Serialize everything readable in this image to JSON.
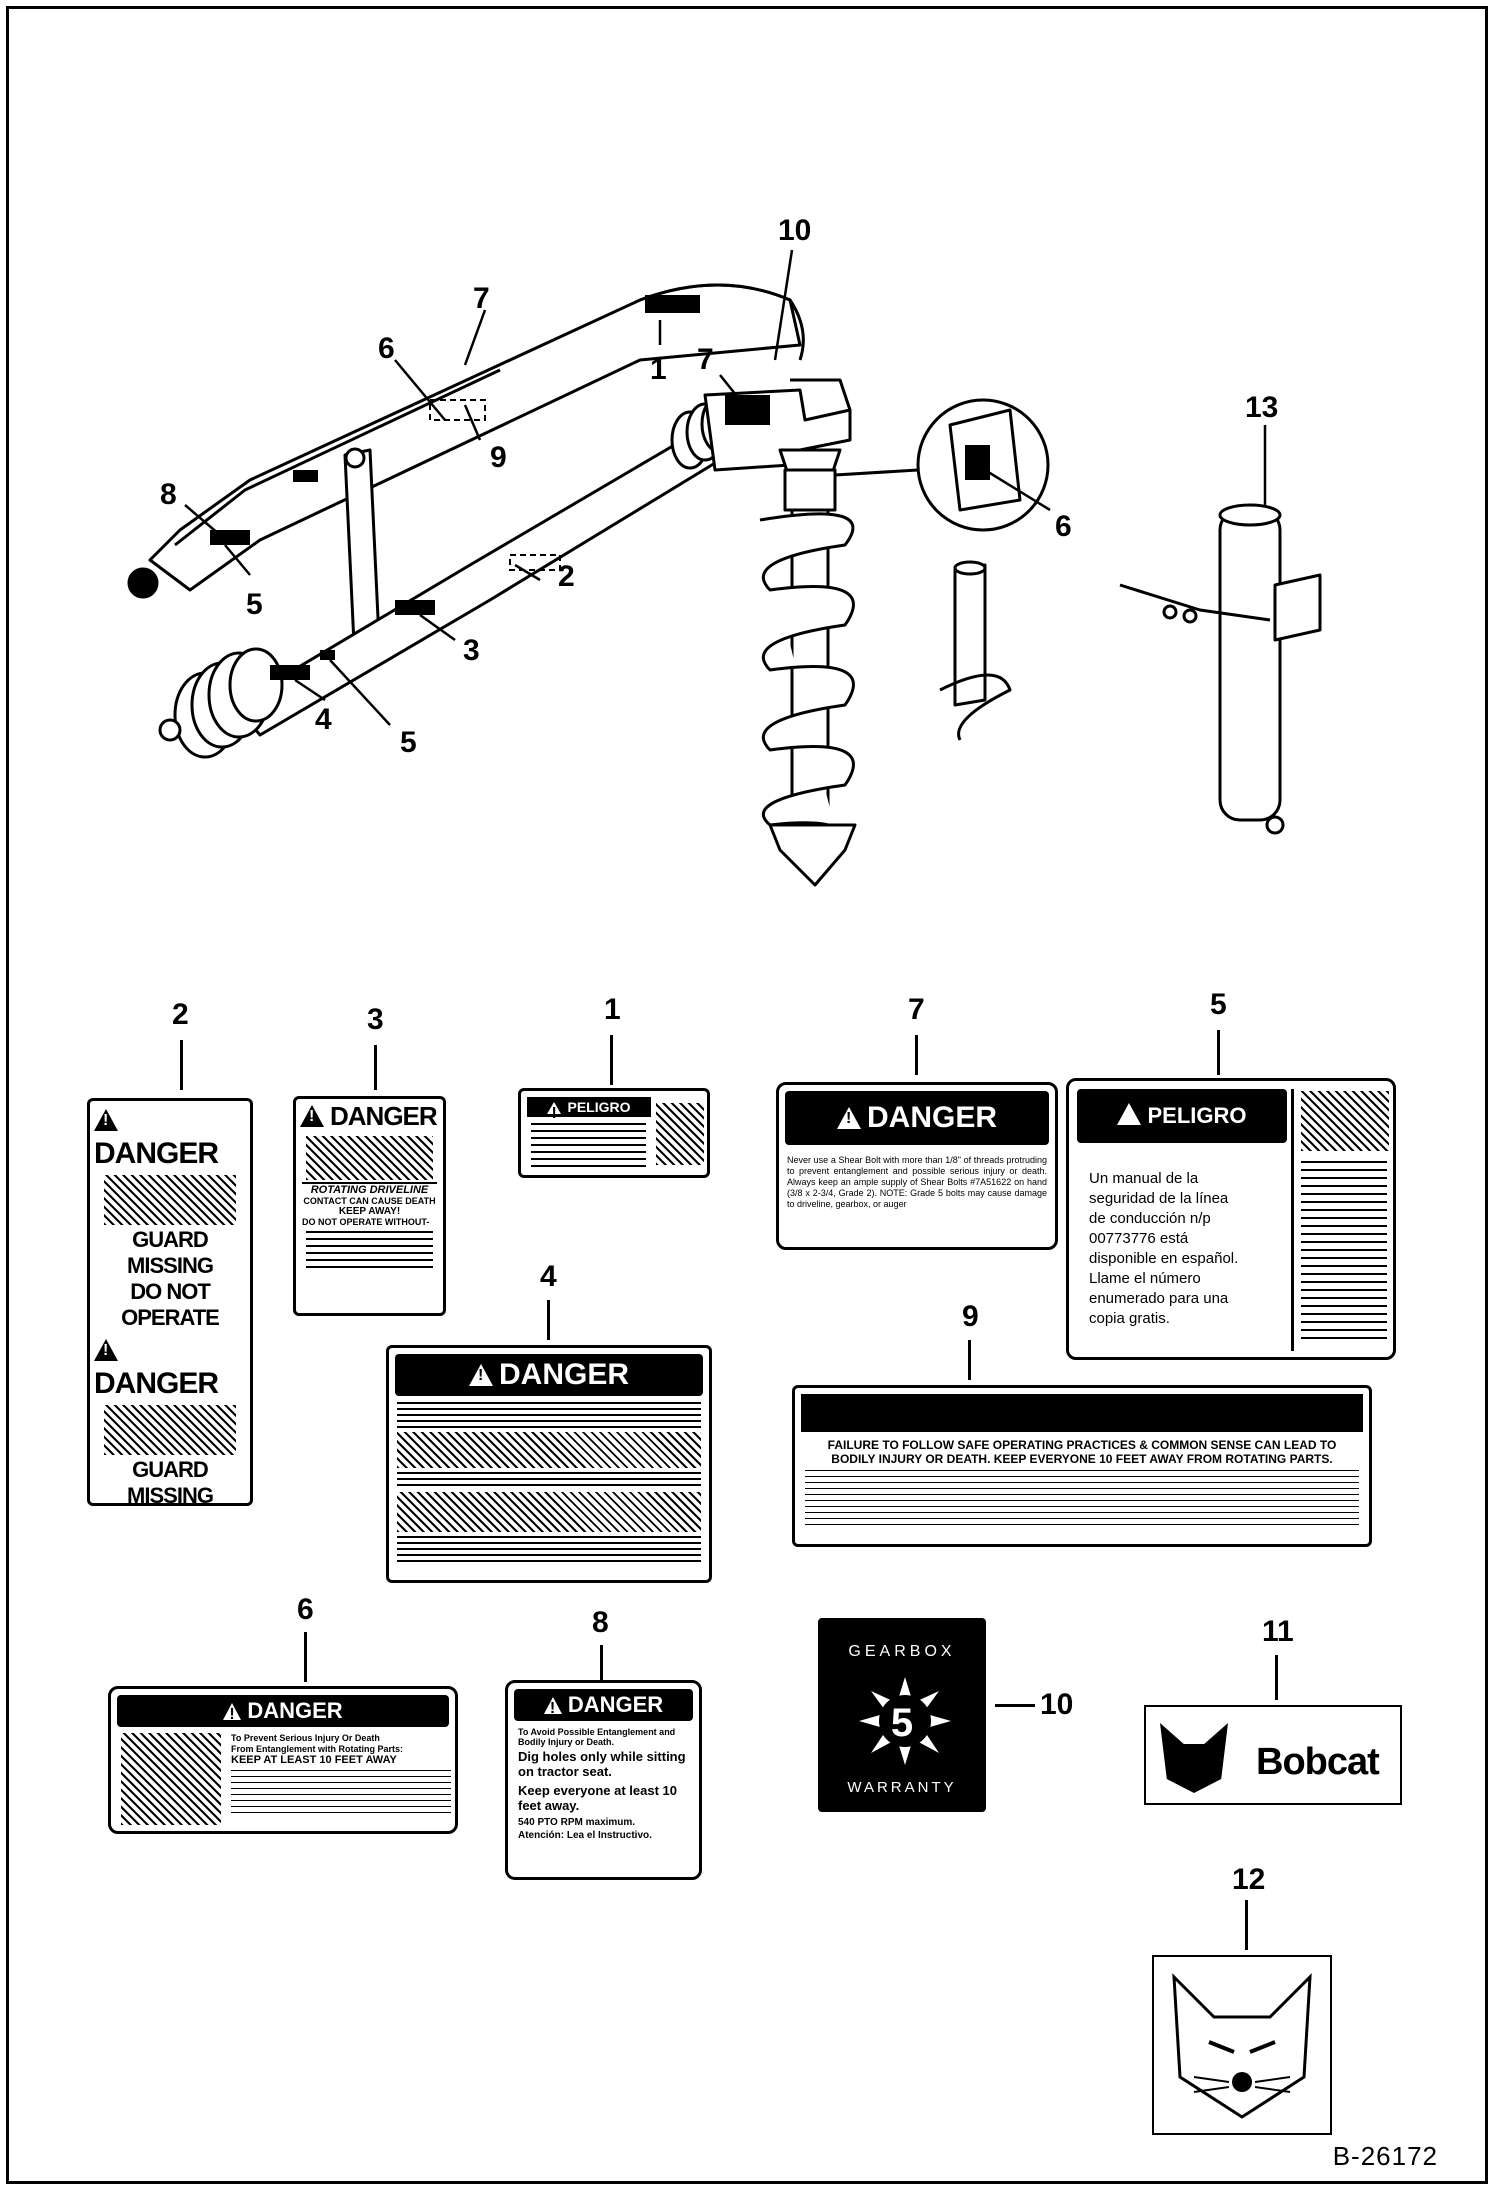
{
  "callouts": {
    "c10": "10",
    "c7a": "7",
    "c6a": "6",
    "c1a": "1",
    "c7b": "7",
    "c13": "13",
    "c8a": "8",
    "c9a": "9",
    "c6b": "6",
    "c5a": "5",
    "c2a": "2",
    "c3a": "3",
    "c4a": "4",
    "c5b": "5"
  },
  "decal_labels": {
    "d2": "2",
    "d3": "3",
    "d1": "1",
    "d7": "7",
    "d5": "5",
    "d4": "4",
    "d9": "9",
    "d6": "6",
    "d8": "8",
    "d10": "10",
    "d11": "11",
    "d12": "12"
  },
  "decal2": {
    "danger": "DANGER",
    "guard1": "GUARD MISSING",
    "guard2": "DO NOT OPERATE"
  },
  "decal3": {
    "danger": "DANGER",
    "rot": "ROTATING DRIVELINE",
    "contact": "CONTACT CAN CAUSE DEATH",
    "keep": "KEEP AWAY!",
    "donot": "DO NOT OPERATE WITHOUT-"
  },
  "decal1": {
    "peligro": "PELIGRO"
  },
  "decal7": {
    "danger": "DANGER",
    "body": "Never use a Shear Bolt with more than 1/8\" of threads protruding to prevent entanglement and possible serious injury or death. Always keep an ample supply of Shear Bolts #7A51622 on hand (3/8 x 2-3/4, Grade 2). NOTE: Grade 5 bolts may cause damage to driveline, gearbox, or auger"
  },
  "decal5": {
    "peligro": "PELIGRO",
    "body": "Un manual de la seguridad de la línea de conducción n/p 00773776 está disponible en español. Llame el número enumerado para una copia gratis."
  },
  "decal4": {
    "danger": "DANGER"
  },
  "decal9": {
    "line1": "FAILURE TO FOLLOW SAFE OPERATING PRACTICES & COMMON SENSE CAN LEAD TO",
    "line2": "BODILY INJURY OR DEATH. KEEP EVERYONE 10 FEET AWAY FROM ROTATING PARTS."
  },
  "decal6": {
    "danger": "DANGER",
    "line1": "To Prevent Serious Injury Or Death",
    "line2": "From Entanglement with Rotating Parts:",
    "line3": "KEEP AT LEAST 10 FEET AWAY"
  },
  "decal8": {
    "danger": "DANGER",
    "line1": "To Avoid Possible Entanglement and Bodily Injury or Death.",
    "line2": "Dig holes only while sitting on tractor seat.",
    "line3": "Keep everyone at least 10 feet away.",
    "line4": "540 PTO RPM maximum.",
    "line5": "Atención: Lea el Instructivo."
  },
  "decal10": {
    "top": "GEARBOX",
    "number": "5",
    "bottom": "WARRANTY"
  },
  "decal11": {
    "brand": "Bobcat"
  },
  "doc_id": "B-26172"
}
